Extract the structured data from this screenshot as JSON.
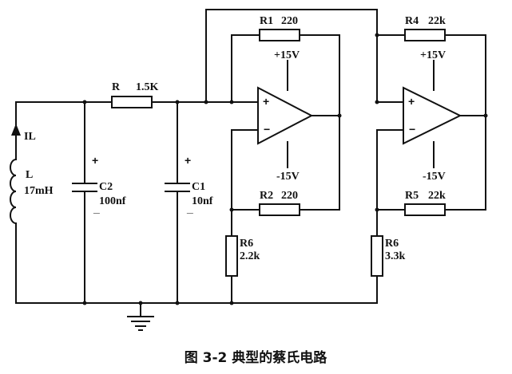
{
  "circuit": {
    "current": "IL",
    "inductor": {
      "name": "L",
      "value": "17mH"
    },
    "r": {
      "name": "R",
      "value": "1.5K"
    },
    "c2": {
      "name": "C2",
      "value": "100nf"
    },
    "c1": {
      "name": "C1",
      "value": "10nf"
    },
    "r1": {
      "name": "R1",
      "value": "220"
    },
    "r2": {
      "name": "R2",
      "value": "220"
    },
    "r4": {
      "name": "R4",
      "value": "22k"
    },
    "r5": {
      "name": "R5",
      "value": "22k"
    },
    "r6a": {
      "name": "R6",
      "value": "2.2k"
    },
    "r6b": {
      "name": "R6",
      "value": "3.3k"
    },
    "supply_pos": "+15V",
    "supply_neg": "-15V",
    "plus": "+",
    "minus": "−",
    "cap_plus": "+",
    "cap_minus": "_"
  },
  "caption": "图 3-2 典型的蔡氏电路"
}
